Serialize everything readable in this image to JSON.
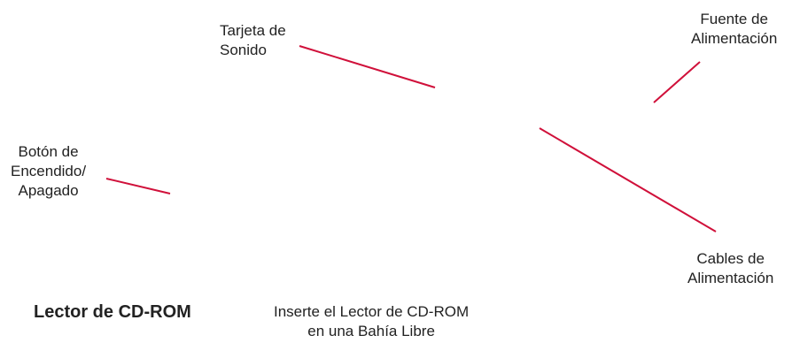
{
  "colors": {
    "leader_line": "#d0103a",
    "text": "#222222",
    "background": "#ffffff"
  },
  "labels": {
    "sound_card": [
      "Tarjeta de",
      "Sonido"
    ],
    "power_supply": [
      "Fuente de",
      "Alimentación"
    ],
    "power_button": [
      "Botón de",
      "Encendido/",
      "Apagado"
    ],
    "power_cables": [
      "Cables de",
      "Alimentación"
    ],
    "instruction": [
      "Inserte el Lector de CD-ROM",
      "en una Bahía Libre"
    ]
  },
  "title": "Lector de CD-ROM"
}
